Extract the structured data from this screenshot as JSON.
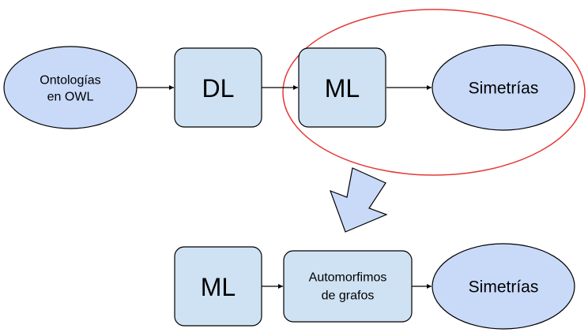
{
  "colors": {
    "node_fill": "#c9daf8",
    "box_fill": "#cfe2f3",
    "node_stroke": "#000000",
    "highlight": "#e53935",
    "arrow": "#000000",
    "big_arrow_fill": "#c9daf8"
  },
  "top_row": {
    "ontologias_line1": "Ontologías",
    "ontologias_line2": "en OWL",
    "dl": "DL",
    "ml": "ML",
    "simetrias": "Simetrías"
  },
  "bottom_row": {
    "ml": "ML",
    "automorfimos_line1": "Automorfimos",
    "automorfimos_line2": "de grafos",
    "simetrias": "Simetrías"
  }
}
